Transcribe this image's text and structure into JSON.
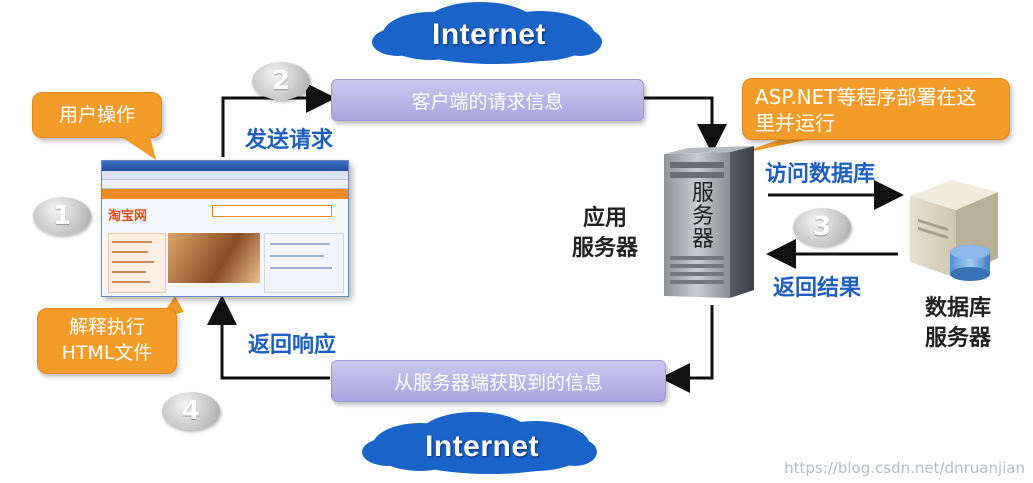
{
  "internet_top": "Internet",
  "internet_bottom": "Internet",
  "request_bar": "客户端的请求信息",
  "response_bar": "从服务器端获取到的信息",
  "callout_user": "用户操作",
  "callout_parse": [
    "解释执行",
    "HTML文件"
  ],
  "callout_deploy": [
    "ASP.NET等程序部署在这",
    "里并运行"
  ],
  "steps": [
    "1",
    "2",
    "3",
    "4"
  ],
  "label_send": "发送请求",
  "label_return_response": "返回响应",
  "label_access_db": "访问数据库",
  "label_return_result": "返回结果",
  "app_server": [
    "应用",
    "服务器"
  ],
  "server_box_text": [
    "服",
    "务",
    "器"
  ],
  "db_server": [
    "数据库",
    "服务器"
  ],
  "browser_logo": "淘宝网",
  "watermark": "https://blog.csdn.net/dnruanjian",
  "colors": {
    "cloud": "#1a63c9",
    "bar": "#b5b2e6",
    "callout": "#f39c2a",
    "label_blue": "#1f5fbf",
    "step_gray": "#bdbdbd"
  }
}
